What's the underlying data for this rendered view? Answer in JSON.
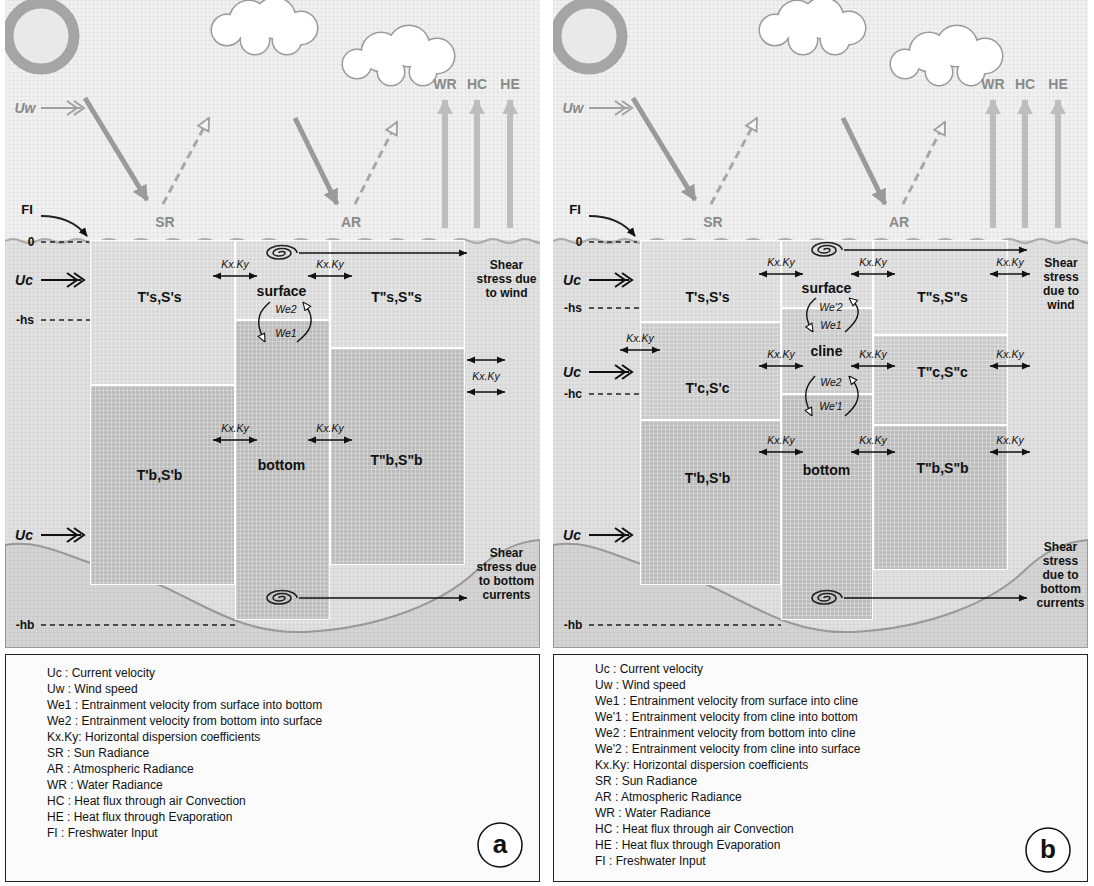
{
  "diagram": {
    "nodes": [
      {
        "text": [
          "T's,S's"
        ]
      },
      {
        "text": [
          "surface"
        ]
      },
      {
        "text": [
          "T\"s,S\"s"
        ]
      },
      {
        "text": [
          "T'b,S'b"
        ]
      },
      {
        "text": [
          "bottom"
        ]
      },
      {
        "text": [
          "T\"b,S\"b"
        ]
      },
      {
        "text": [
          "T's,S's"
        ]
      },
      {
        "text": [
          "surface"
        ]
      },
      {
        "text": [
          "T\"s,S\"s"
        ]
      },
      {
        "text": [
          "T'c,S'c"
        ]
      },
      {
        "text": [
          "cline"
        ]
      },
      {
        "text": [
          "T\"c,S\"c"
        ]
      },
      {
        "text": [
          "T'b,S'b"
        ]
      },
      {
        "text": [
          "bottom"
        ]
      },
      {
        "text": [
          "T\"b,S\"b"
        ]
      }
    ],
    "edges": [
      {
        "from": 0,
        "to": 1,
        "arrow": "both",
        "label": "Kx.Ky"
      },
      {
        "from": 1,
        "to": 2,
        "arrow": "both",
        "label": "Kx.Ky"
      },
      {
        "from": 3,
        "to": 4,
        "arrow": "both",
        "label": "Kx.Ky"
      },
      {
        "from": 4,
        "to": 5,
        "arrow": "both",
        "label": "Kx.Ky"
      },
      {
        "from": 1,
        "to": 4,
        "arrow": "to",
        "label": "We1"
      },
      {
        "from": 4,
        "to": 1,
        "arrow": "to",
        "label": "We2"
      },
      {
        "from": 6,
        "to": 7,
        "arrow": "both",
        "label": "Kx.Ky"
      },
      {
        "from": 7,
        "to": 8,
        "arrow": "both",
        "label": "Kx.Ky"
      },
      {
        "from": 9,
        "to": 10,
        "arrow": "both",
        "label": "Kx.Ky"
      },
      {
        "from": 10,
        "to": 11,
        "arrow": "both",
        "label": "Kx.Ky"
      },
      {
        "from": 12,
        "to": 13,
        "arrow": "both",
        "label": "Kx.Ky"
      },
      {
        "from": 13,
        "to": 14,
        "arrow": "both",
        "label": "Kx.Ky"
      },
      {
        "from": 7,
        "to": 10,
        "arrow": "to",
        "label": "We1"
      },
      {
        "from": 10,
        "to": 7,
        "arrow": "to",
        "label": "We'2"
      },
      {
        "from": 13,
        "to": 10,
        "arrow": "to",
        "label": "We2"
      },
      {
        "from": 10,
        "to": 13,
        "arrow": "to",
        "label": "We'1"
      }
    ],
    "labels": [
      "Uw",
      "SR",
      "AR",
      "WR",
      "HC",
      "HE",
      "FI",
      "0",
      "Uc",
      "-hs",
      "Shear stress due to wind",
      "Kx.Ky",
      "Uc",
      "Shear stress due to bottom currents",
      "-hb",
      "a",
      "Uw",
      "SR",
      "AR",
      "WR",
      "HC",
      "HE",
      "FI",
      "0",
      "Kx.Ky",
      "Shear stress due to wind",
      "Uc",
      "-hs",
      "Kx.Ky",
      "Kx.Ky",
      "Uc",
      "-hc",
      "Kx.Ky",
      "Uc",
      "Shear stress due to bottom currents",
      "-hb",
      "b"
    ],
    "legend": [
      {
        "text": "Uc : Current velocity"
      },
      {
        "text": "Uw : Wind speed"
      },
      {
        "text": "We1 : Entrainment velocity from surface into bottom"
      },
      {
        "text": "We2 : Entrainment velocity from bottom into surface"
      },
      {
        "text": "Kx.Ky: Horizontal dispersion coefficients"
      },
      {
        "text": "SR : Sun Radiance"
      },
      {
        "text": "AR : Atmospheric Radiance"
      },
      {
        "text": "WR : Water Radiance"
      },
      {
        "text": "HC : Heat flux through air Convection"
      },
      {
        "text": "HE : Heat flux through Evaporation"
      },
      {
        "text": "FI : Freshwater Input"
      },
      {
        "text": "Uc : Current velocity"
      },
      {
        "text": "Uw : Wind speed"
      },
      {
        "text": "We1 : Entrainment velocity from surface into cline"
      },
      {
        "text": "We'1 : Entrainment velocity from cline into bottom"
      },
      {
        "text": "We2 : Entrainment velocity from bottom into cline"
      },
      {
        "text": "We'2 : Entrainment velocity from cline into surface"
      },
      {
        "text": "Kx.Ky: Horizontal dispersion coefficients"
      },
      {
        "text": "SR : Sun Radiance"
      },
      {
        "text": "AR : Atmospheric Radiance"
      },
      {
        "text": "WR : Water Radiance"
      },
      {
        "text": "HC : Heat flux through air Convection"
      },
      {
        "text": "HE : Heat flux through Evaporation"
      },
      {
        "text": "FI : Freshwater Input"
      }
    ]
  }
}
